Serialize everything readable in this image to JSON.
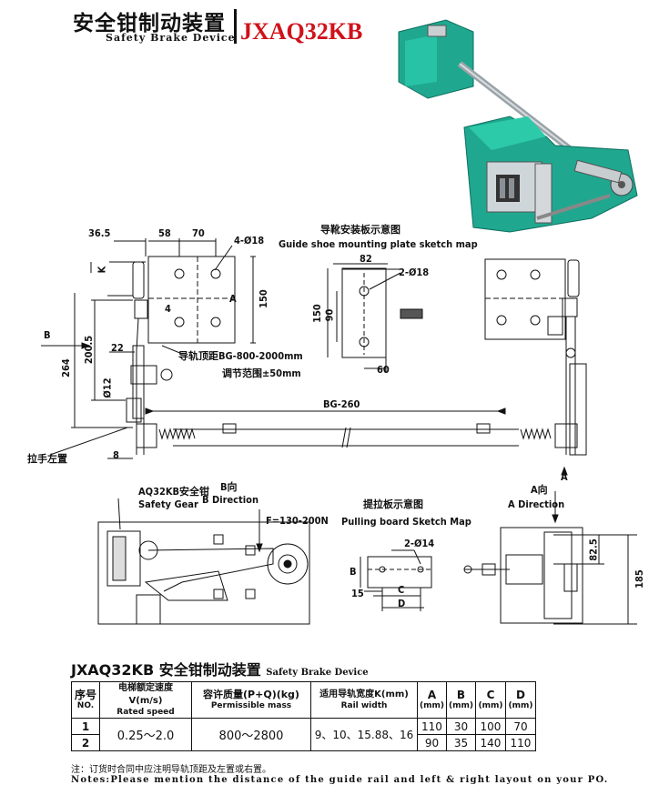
{
  "header": {
    "title_cn": "安全钳制动装置",
    "title_en": "Safety Brake Device",
    "model": "JXAQ32KB"
  },
  "drawing": {
    "dim_36_5": "36.5",
    "dim_58": "58",
    "dim_70": "70",
    "dim_4_018": "4-Ø18",
    "dim_k": "K",
    "dim_a": "A",
    "dim_150_left": "150",
    "dim_4": "4",
    "dim_b": "B",
    "dim_200_5": "200.5",
    "dim_264": "264",
    "dim_22": "22",
    "dim_012": "Ø12",
    "dim_8": "8",
    "guide_rail_cn": "导轨顶距BG-800-2000mm",
    "adjust_cn": "调节范围±50mm",
    "bg_260": "BG-260",
    "handle_left_cn": "拉手左置",
    "guide_shoe_cn": "导靴安装板示意图",
    "guide_shoe_en": "Guide shoe mounting plate sketch map",
    "dim_82": "82",
    "dim_2_018": "2-Ø18",
    "dim_150_mid": "150",
    "dim_90": "90",
    "dim_60": "60",
    "safety_gear_cn": "AQ32KB安全钳",
    "safety_gear_en": "Safety Gear",
    "b_dir_cn": "B向",
    "b_dir_en": "B Direction",
    "force": "F=130-200N",
    "pulling_cn": "提拉板示意图",
    "pulling_en": "Pulling board Sketch Map",
    "dim_2_014": "2-Ø14",
    "dim_b2": "B",
    "dim_15": "15",
    "dim_c": "C",
    "dim_d": "D",
    "a_dir_cn": "A向",
    "a_dir_en": "A Direction",
    "dim_a_arrow": "A",
    "dim_82_5": "82.5",
    "dim_185": "185",
    "colors": {
      "device_green": "#1fa88f",
      "model_red": "#d0121b"
    }
  },
  "table": {
    "title_cn": "JXAQ32KB 安全钳制动装置",
    "title_en": "Safety Brake Device",
    "headers": {
      "no_cn": "序号",
      "no_en": "NO.",
      "speed_cn": "电梯额定速度V(m/s)",
      "speed_en": "Rated speed",
      "mass_cn": "容许质量(P+Q)(kg)",
      "mass_en": "Permissible mass",
      "rail_cn": "适用导轨宽度K(mm)",
      "rail_en": "Rail width",
      "a": "A",
      "b": "B",
      "c": "C",
      "d": "D",
      "unit": "(mm)"
    },
    "rows": [
      {
        "no": "1",
        "speed": "0.25～2.0",
        "mass": "800～2800",
        "rail": "9、10、15.88、16",
        "a": "110",
        "b": "30",
        "c": "100",
        "d": "70"
      },
      {
        "no": "2",
        "a": "90",
        "b": "35",
        "c": "140",
        "d": "110"
      }
    ]
  },
  "notes": {
    "cn": "注：订货时合同中应注明导轨顶距及左置或右置。",
    "en": "Notes:Please mention the distance of the guide  rail and left & right layout on your PO."
  }
}
